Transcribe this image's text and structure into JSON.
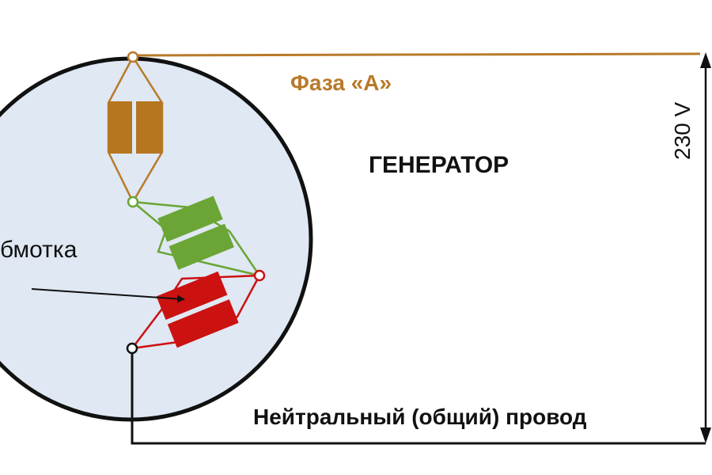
{
  "labels": {
    "phase": "Фаза «А»",
    "generator": "ГЕНЕРАТОР",
    "winding": "бмотка",
    "voltage": "230 V",
    "neutral": "Нейтральный (общий) провод"
  },
  "colors": {
    "phase_wire": "#b87a2a",
    "coil_brown": "#b5761f",
    "coil_green": "#6aa535",
    "coil_red": "#cc1111",
    "generator_fill": "#dfe8f3",
    "line": "#111111",
    "phase_text": "#b87a2a"
  }
}
